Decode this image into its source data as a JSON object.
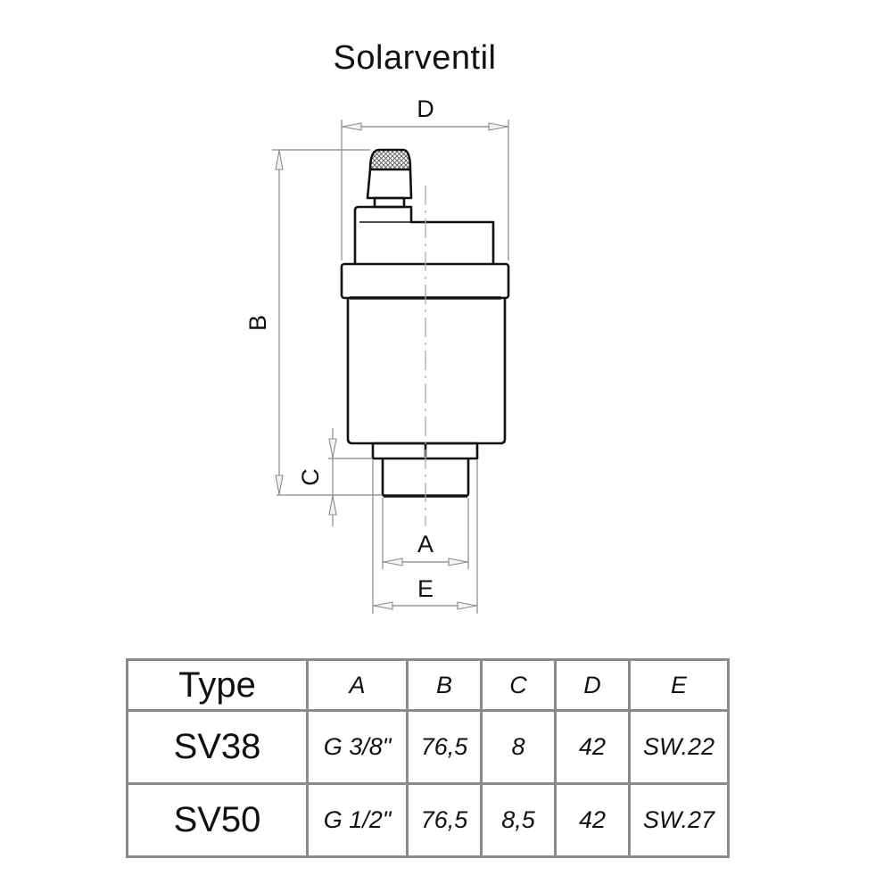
{
  "title": "Solarventil",
  "diagram": {
    "dimension_labels": {
      "A": "A",
      "B": "B",
      "C": "C",
      "D": "D",
      "E": "E"
    },
    "colors": {
      "outline": "#111111",
      "dimension_line": "#9a9a9a",
      "table_border": "#8a8a8a"
    }
  },
  "table": {
    "headers": [
      "Type",
      "A",
      "B",
      "C",
      "D",
      "E"
    ],
    "rows": [
      {
        "type": "SV38",
        "A": "G 3/8\"",
        "B": "76,5",
        "C": "8",
        "D": "42",
        "E": "SW.22"
      },
      {
        "type": "SV50",
        "A": "G 1/2\"",
        "B": "76,5",
        "C": "8,5",
        "D": "42",
        "E": "SW.27"
      }
    ]
  }
}
